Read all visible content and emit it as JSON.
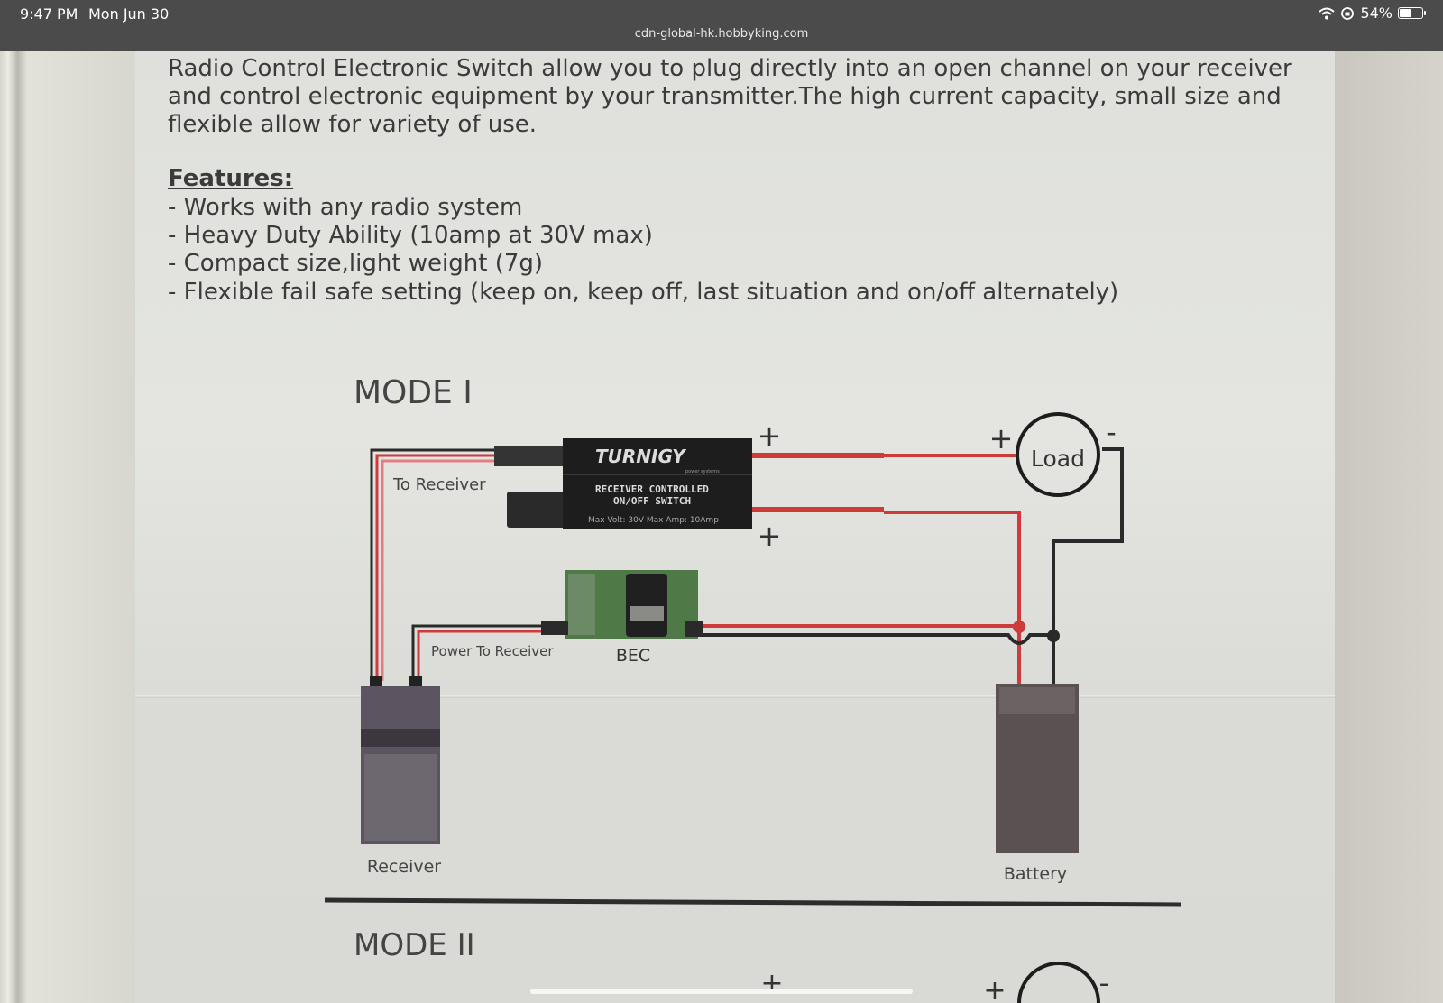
{
  "status_bar": {
    "time": "9:47 PM",
    "date": "Mon Jun 30",
    "url": "cdn-global-hk.hobbyking.com",
    "battery_percent": "54%",
    "battery_level": 0.54
  },
  "document": {
    "intro_lines": [
      "Radio Control Electronic Switch allow you to plug directly into an open channel on your receiver",
      "and control electronic equipment by your transmitter.The high current capacity, small size and",
      "flexible allow for variety of use."
    ],
    "features_heading": "Features:",
    "features": [
      "- Works with any radio system",
      "- Heavy Duty Ability (10amp at 30V max)",
      "- Compact size,light weight (7g)",
      "- Flexible fail safe setting (keep on, keep off, last situation and on/off alternately)"
    ]
  },
  "diagram": {
    "mode1_title": "MODE I",
    "mode2_title": "MODE II",
    "switch_brand": "TURNIGY",
    "switch_subtitle": "power systems",
    "switch_line1": "RECEIVER CONTROLLED",
    "switch_line2": "ON/OFF SWITCH",
    "switch_specs": "Max Volt: 30V   Max Amp: 10Amp",
    "label_to_receiver": "To Receiver",
    "label_power_to_receiver": "Power To Receiver",
    "label_bec": "BEC",
    "label_load": "Load",
    "label_receiver": "Receiver",
    "label_battery": "Battery",
    "plus": "+",
    "minus": "-",
    "colors": {
      "red_wire": "#cf3a3a",
      "black_wire": "#2a2a2a",
      "bec_green": "#4f7a47"
    }
  }
}
